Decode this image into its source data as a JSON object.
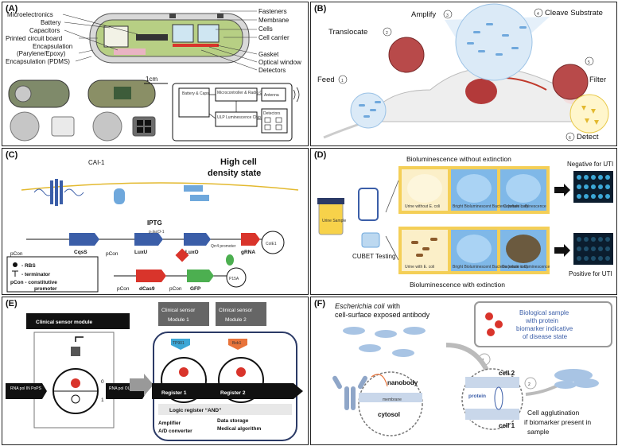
{
  "panels": {
    "A": {
      "tag": "(A)",
      "left_labels": [
        "Microelectronics",
        "Battery",
        "Capacitors",
        "Printed circuit board",
        "Encapsulation",
        "(Parylene/Epoxy)",
        "Encapsulation (PDMS)"
      ],
      "right_labels": [
        "Fasteners",
        "Membrane",
        "Cells",
        "Cell carrier",
        "Gasket",
        "Optical window",
        "Detectors"
      ],
      "scale": "1cm",
      "block_battery": "Battery & Caps",
      "block_micro": "Microcontroller & Radio Chip",
      "block_antenna": "Antenna",
      "block_ulp": "ULP Luminescence Chip",
      "block_detectors": "Detectors"
    },
    "B": {
      "tag": "(B)",
      "steps": [
        "Feed",
        "Translocate",
        "Amplify",
        "Cleave Substrate",
        "Filter",
        "Detect"
      ],
      "nums": [
        "1",
        "2",
        "3",
        "4",
        "5",
        "6"
      ]
    },
    "C": {
      "tag": "(C)",
      "title1": "High cell",
      "title2": "density state",
      "cai": "CAI-1",
      "iptg": "IPTG",
      "pcon": "pCon",
      "cqss": "CqsS",
      "luxu": "LuxU",
      "plac": "p₃lacO-1",
      "luxo": "LuxO",
      "qrr4": "Qrr4 promoter",
      "grna": "gRNA",
      "cole1": "ColE1",
      "dcas9": "dCas9",
      "gfp": "GFP",
      "p15a": "P15A",
      "legend": [
        "- RBS",
        "- terminator",
        "pCon - constitutive",
        "promoter"
      ]
    },
    "D": {
      "tag": "(D)",
      "top_title": "Bioluminescence without extinction",
      "bottom_title": "Bioluminescence with extinction",
      "testing": "CUBET Testing",
      "urine": "Urine Sample",
      "neg": "Negative for UTI",
      "pos": "Positive for UTI",
      "sub_top": [
        "Urine without E. coli",
        "Bright Bioluminescent Bacteria (whole cell)",
        "Constant Luminescence"
      ],
      "sub_bottom": [
        "Urine with E. coli",
        "Bright Bioluminescent Bacteria (whole cell)",
        "Decrease in Luminescence"
      ]
    },
    "E": {
      "tag": "(E)",
      "module": "Clinical sensor module",
      "mod1a": "Clinical sensor",
      "mod1b": "Module 1",
      "mod2a": "Clinical sensor",
      "mod2b": "Module 2",
      "tp901": "TP901",
      "bxb1": "Bxb1",
      "rna_in": "RNA pol IN PoPS",
      "rna_out": "RNA pol OUT PoPS",
      "reg1": "Register 1",
      "reg2": "Register 2",
      "logic": "Logic register “AND”",
      "amp": "Amplifier",
      "ad": "A/D converter",
      "ds": "Data storage",
      "ma": "Medical algorithm",
      "zero": "0",
      "one": "1"
    },
    "F": {
      "tag": "(F)",
      "ecoli": "Escherichia coli",
      "with": " with",
      "surface": "cell-surface exposed antibody",
      "sample1": "Biological sample",
      "sample2": "with protein",
      "sample3": "biomarker indicative",
      "sample4": "of disease state",
      "nanobody": "nanobody",
      "membrane": "membrane",
      "cytosol": "cytosol",
      "cell2": "cell 2",
      "cell1": "cell 1",
      "protein": "protein",
      "agg1": "Cell agglutination",
      "agg2": "if biomarker present in",
      "agg3": "sample",
      "n1": "1",
      "n2": "2"
    }
  },
  "colors": {
    "accent_blue": "#3b5ea8",
    "bug_blue": "#6fa8dc",
    "red": "#d9342b",
    "pcb_green": "#a9c46c"
  }
}
